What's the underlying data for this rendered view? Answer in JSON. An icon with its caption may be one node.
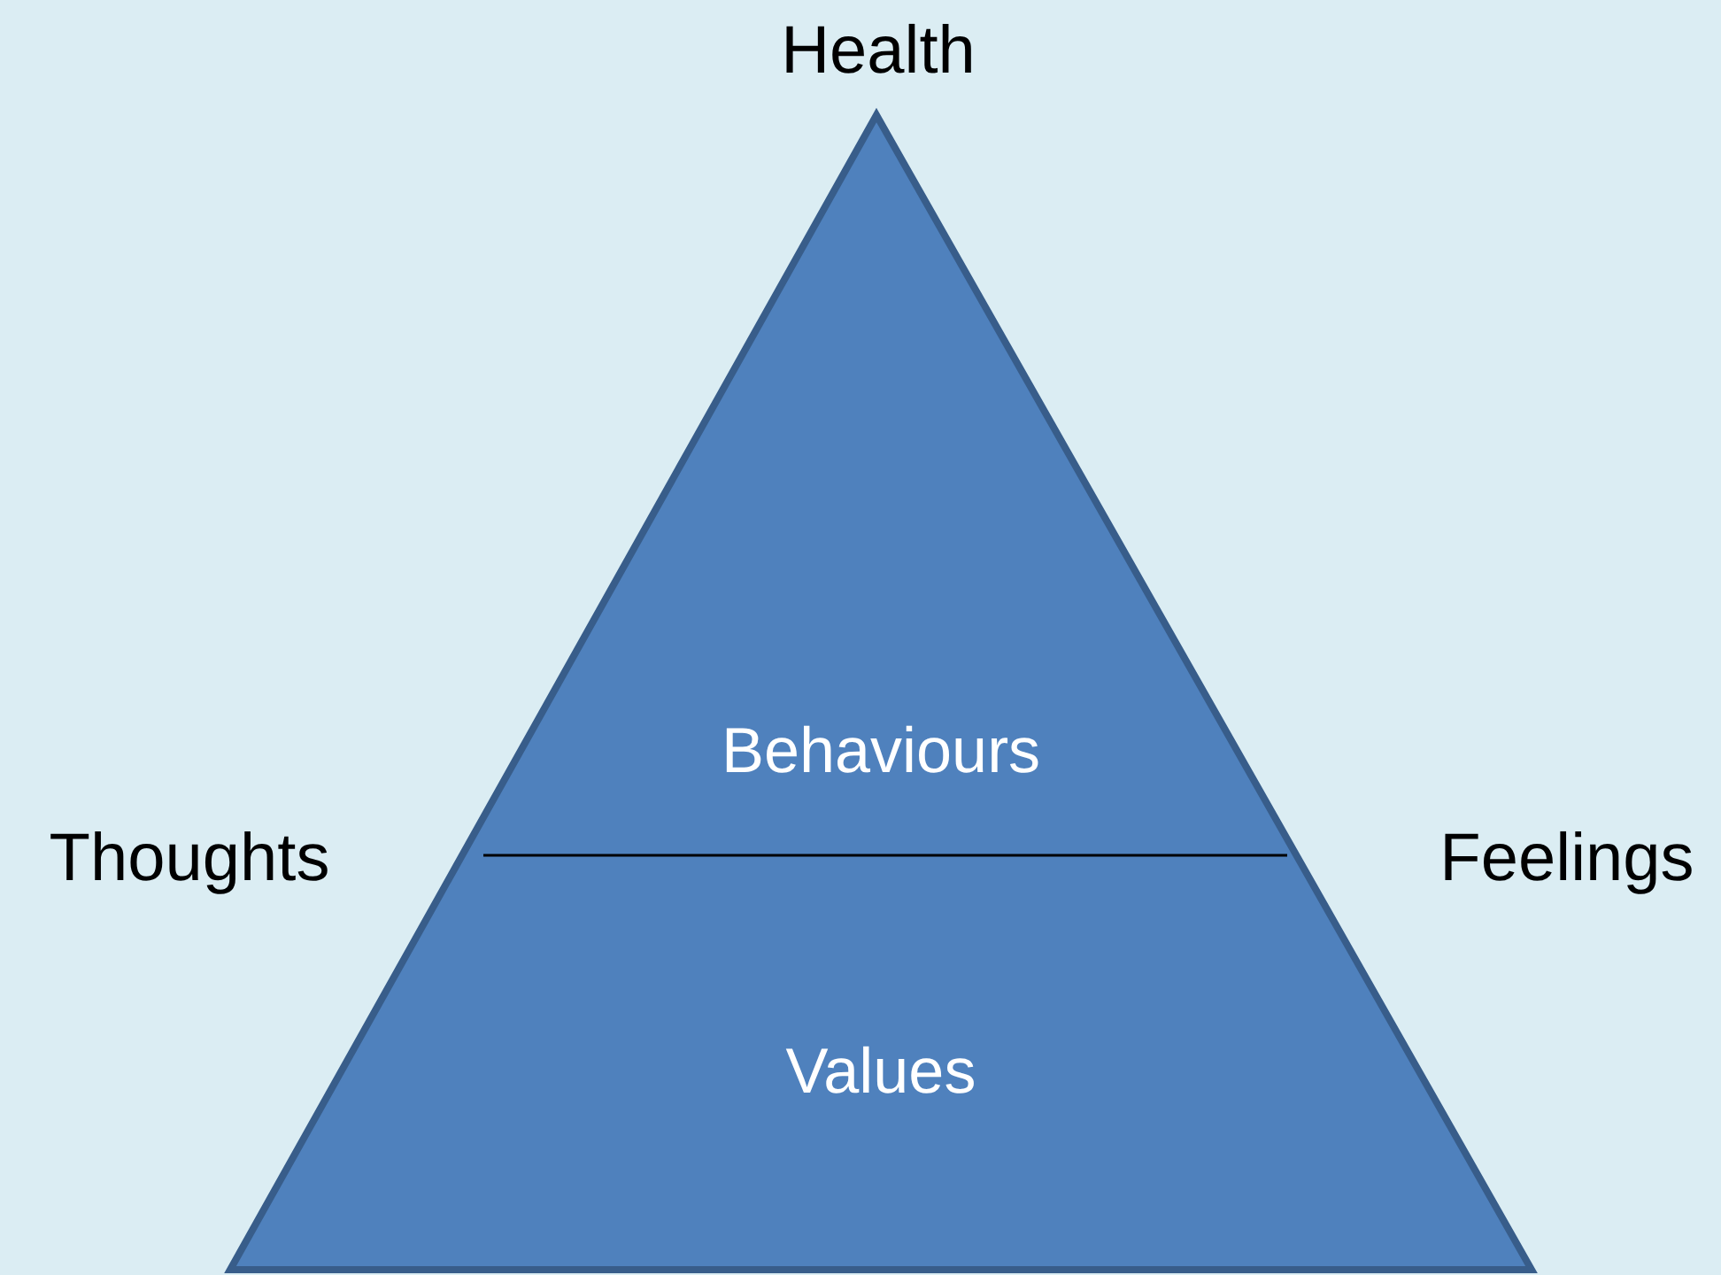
{
  "diagram": {
    "nodes": [
      {
        "text": [
          "Behaviours",
          "Values"
        ]
      }
    ],
    "labels": [
      "Health",
      "Thoughts",
      "Feelings"
    ]
  }
}
